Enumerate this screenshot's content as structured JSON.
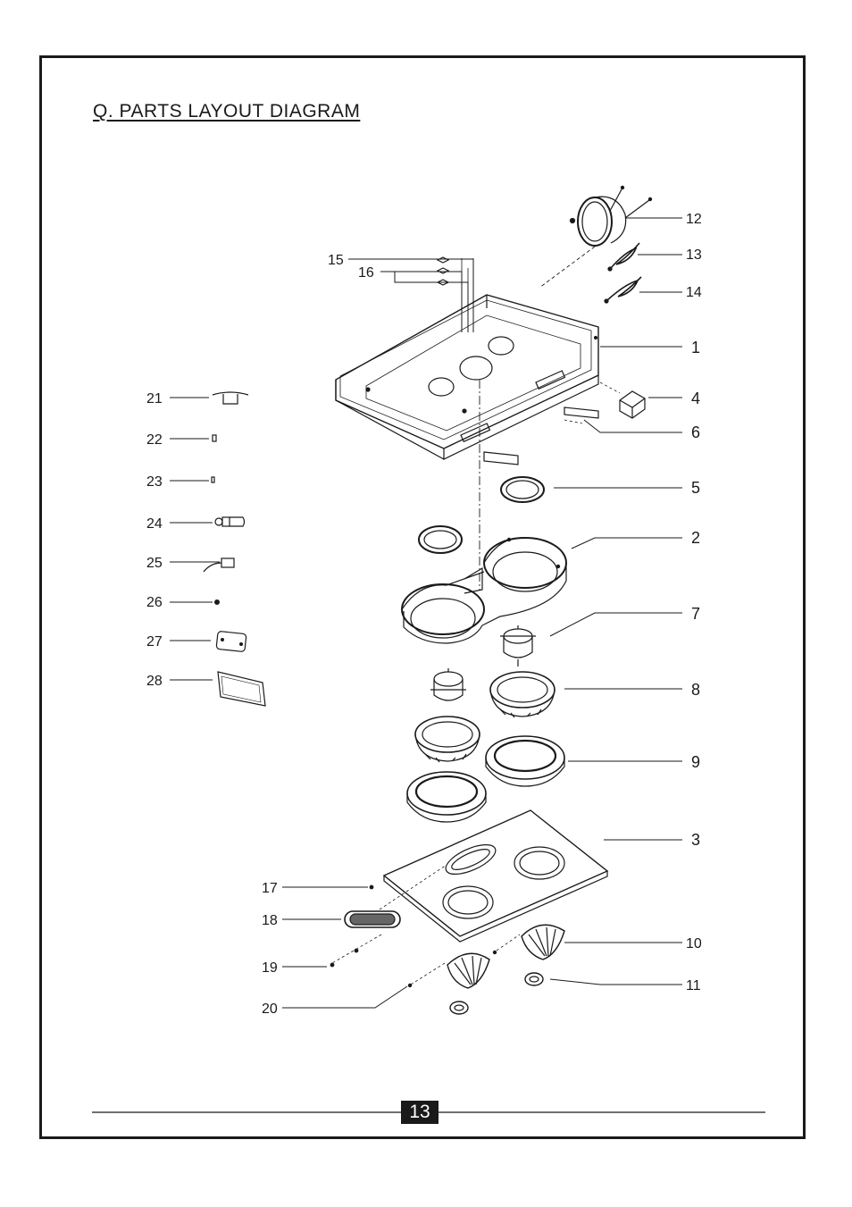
{
  "title": "Q. PARTS LAYOUT DIAGRAM",
  "page_number": "13",
  "callouts": [
    {
      "id": "c1",
      "label": "1"
    },
    {
      "id": "c2",
      "label": "2"
    },
    {
      "id": "c3",
      "label": "3"
    },
    {
      "id": "c4",
      "label": "4"
    },
    {
      "id": "c5",
      "label": "5"
    },
    {
      "id": "c6",
      "label": "6"
    },
    {
      "id": "c7",
      "label": "7"
    },
    {
      "id": "c8",
      "label": "8"
    },
    {
      "id": "c9",
      "label": "9"
    },
    {
      "id": "c10",
      "label": "10"
    },
    {
      "id": "c11",
      "label": "11"
    },
    {
      "id": "c12",
      "label": "12"
    },
    {
      "id": "c13",
      "label": "13"
    },
    {
      "id": "c14",
      "label": "14"
    },
    {
      "id": "c15",
      "label": "15"
    },
    {
      "id": "c16",
      "label": "16"
    },
    {
      "id": "c17",
      "label": "17"
    },
    {
      "id": "c18",
      "label": "18"
    },
    {
      "id": "c19",
      "label": "19"
    },
    {
      "id": "c20",
      "label": "20"
    },
    {
      "id": "c21",
      "label": "21"
    },
    {
      "id": "c22",
      "label": "22"
    },
    {
      "id": "c23",
      "label": "23"
    },
    {
      "id": "c24",
      "label": "24"
    },
    {
      "id": "c25",
      "label": "25"
    },
    {
      "id": "c26",
      "label": "26"
    },
    {
      "id": "c27",
      "label": "27"
    },
    {
      "id": "c28",
      "label": "28"
    }
  ]
}
